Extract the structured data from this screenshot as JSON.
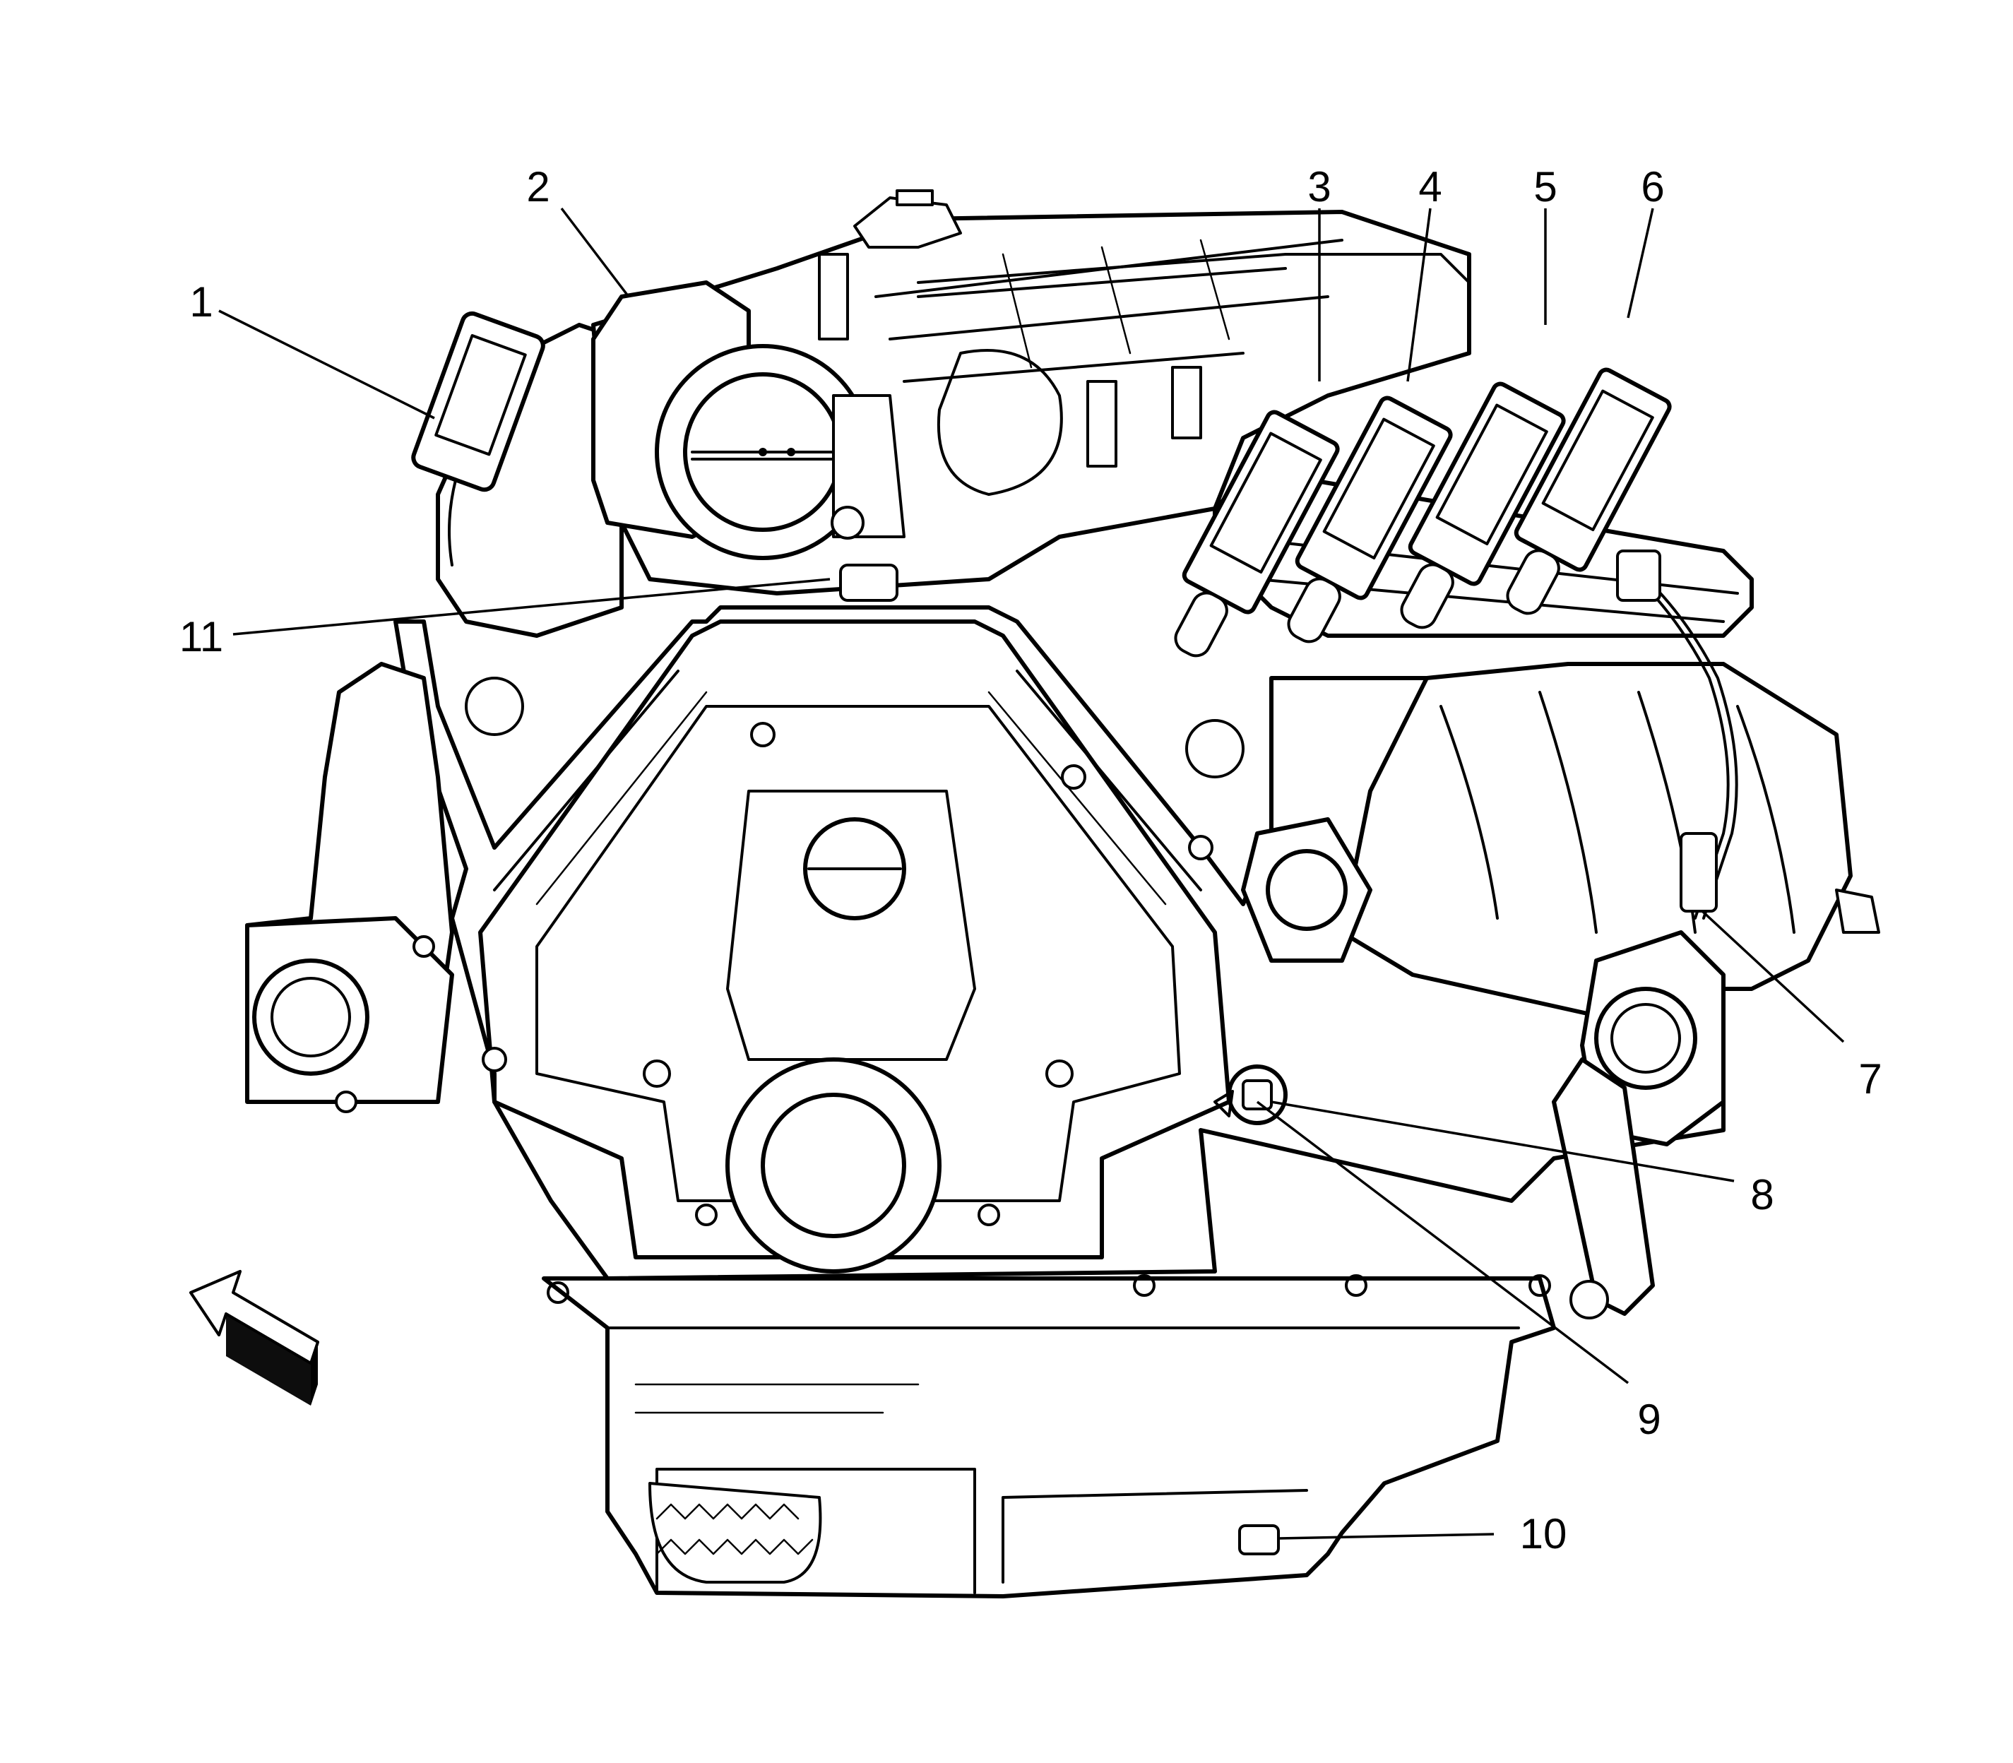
{
  "diagram": {
    "callouts": [
      {
        "id": "c1",
        "label": "1"
      },
      {
        "id": "c2",
        "label": "2"
      },
      {
        "id": "c3",
        "label": "3"
      },
      {
        "id": "c4",
        "label": "4"
      },
      {
        "id": "c5",
        "label": "5"
      },
      {
        "id": "c6",
        "label": "6"
      },
      {
        "id": "c7",
        "label": "7"
      },
      {
        "id": "c8",
        "label": "8"
      },
      {
        "id": "c9",
        "label": "9"
      },
      {
        "id": "c10",
        "label": "10"
      },
      {
        "id": "c11",
        "label": "11"
      }
    ]
  },
  "colors": {
    "line": "#000000",
    "background": "#ffffff"
  }
}
